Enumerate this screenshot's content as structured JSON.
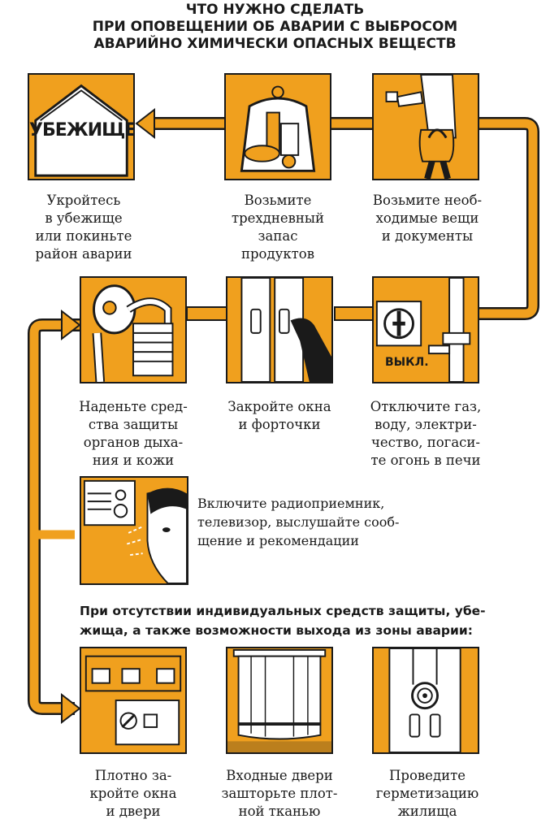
{
  "title": {
    "line1": "ЧТО НУЖНО СДЕЛАТЬ",
    "line2": "ПРИ ОПОВЕЩЕНИИ ОБ АВАРИИ С ВЫБРОСОМ",
    "line3": "АВАРИЙНО ХИМИЧЕСКИ ОПАСНЫХ ВЕЩЕСТВ"
  },
  "steps": {
    "shelter": {
      "label": "УБЕЖИЩЕ",
      "caption": [
        "Укройтесь",
        "в убежище",
        "или покиньте",
        "район аварии"
      ]
    },
    "food": {
      "caption": [
        "Возьмите",
        "трехдневный",
        "запас",
        "продуктов"
      ]
    },
    "documents": {
      "caption": [
        "Возьмите необ-",
        "ходимые вещи",
        "и документы"
      ]
    },
    "protection": {
      "caption": [
        "Наденьте сред-",
        "ства защиты",
        "органов дыха-",
        "ния и кожи"
      ]
    },
    "windows": {
      "caption": [
        "Закройте окна",
        "и форточки"
      ]
    },
    "utilities": {
      "label": "ВЫКЛ.",
      "caption": [
        "Отключите газ,",
        "воду, электри-",
        "чество, погаси-",
        "те огонь в печи"
      ]
    },
    "radio": {
      "caption": [
        "Включите радиоприемник,",
        "телевизор, выслушайте сооб-",
        "щение и рекомендации"
      ]
    },
    "seal_windows": {
      "caption": [
        "Плотно за-",
        "кройте окна",
        "и двери"
      ]
    },
    "curtain_door": {
      "caption": [
        "Входные двери",
        "зашторьте плот-",
        "ной тканью"
      ]
    },
    "hermetic": {
      "caption": [
        "Проведите",
        "герметизацию",
        "жилища"
      ]
    }
  },
  "note": {
    "line1": "При отсутствии индивидуальных средств защиты, убе-",
    "line2": "жища, а также возможности выхода из зоны аварии:"
  },
  "colors": {
    "accent": "#f0a01e",
    "ink": "#1a1a1a"
  }
}
